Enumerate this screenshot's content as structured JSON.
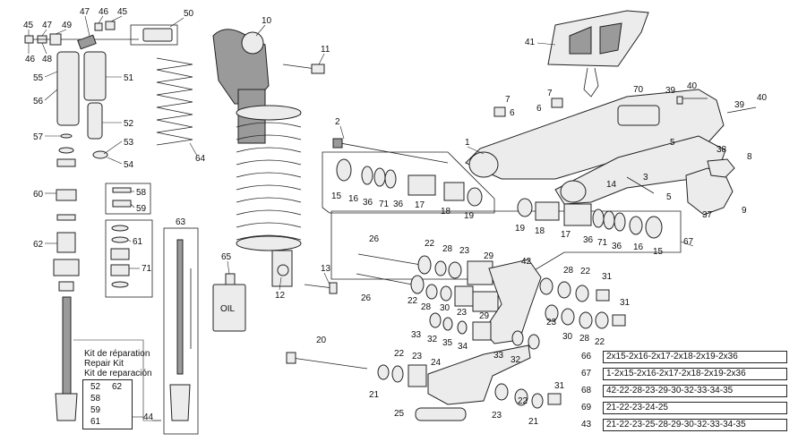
{
  "labels": {
    "l45a": "45",
    "l47": "47",
    "l49": "49",
    "l46a": "46",
    "l48": "48",
    "l47b": "47",
    "l46b": "46",
    "l45b": "45",
    "l50": "50",
    "l55": "55",
    "l56": "56",
    "l51": "51",
    "l52": "52",
    "l53": "53",
    "l54": "54",
    "l57": "57",
    "l58": "58",
    "l59": "59",
    "l60": "60",
    "l61": "61",
    "l62": "62",
    "l71a": "71",
    "l63": "63",
    "l64": "64",
    "l65": "65",
    "l10": "10",
    "l11": "11",
    "l13": "13",
    "l12": "12",
    "l2": "2",
    "l41": "41",
    "l7a": "7",
    "l6a": "6",
    "l7b": "7",
    "l6b": "6",
    "l70": "70",
    "l39a": "39",
    "l40a": "40",
    "l39b": "39",
    "l40b": "40",
    "l1": "1",
    "l5a": "5",
    "l38": "38",
    "l8": "8",
    "l14": "14",
    "l3": "3",
    "l5b": "5",
    "l37": "37",
    "l9": "9",
    "l15a": "15",
    "l16a": "16",
    "l36a": "36",
    "l71b": "71",
    "l36b": "36",
    "l17a": "17",
    "l18a": "18",
    "l19a": "19",
    "l19b": "19",
    "l18b": "18",
    "l17b": "17",
    "l36c": "36",
    "l71c": "71",
    "l36d": "36",
    "l16b": "16",
    "l15b": "15",
    "l67": "67",
    "l26a": "26",
    "l22a": "22",
    "l28a": "28",
    "l23a": "23",
    "l29a": "29",
    "l42": "42",
    "l28b": "28",
    "l22b": "22",
    "l31a": "31",
    "l26b": "26",
    "l22c": "22",
    "l28c": "28",
    "l30a": "30",
    "l23b": "23",
    "l29b": "29",
    "l31b": "31",
    "l33a": "33",
    "l32a": "32",
    "l35": "35",
    "l34": "34",
    "l23c": "23",
    "l30b": "30",
    "l28d": "28",
    "l22d": "22",
    "l20": "20",
    "l22e": "22",
    "l23d": "23",
    "l24": "24",
    "l33b": "33",
    "l32b": "32",
    "l21a": "21",
    "l25": "25",
    "l23e": "23",
    "l22f": "22",
    "l21b": "21",
    "l31c": "31",
    "l44": "44"
  },
  "oil_label": "OIL",
  "kit": {
    "title_lines": [
      "Kit de réparation",
      "Repair Kit",
      "Kit de reparación"
    ],
    "items": [
      "52",
      "62",
      "58",
      "59",
      "61"
    ],
    "ref": "44"
  },
  "legend": [
    {
      "num": "66",
      "value": "2x15-2x16-2x17-2x18-2x19-2x36"
    },
    {
      "num": "67",
      "value": "1-2x15-2x16-2x17-2x18-2x19-2x36"
    },
    {
      "num": "68",
      "value": "42-22-28-23-29-30-32-33-34-35"
    },
    {
      "num": "69",
      "value": "21-22-23-24-25"
    },
    {
      "num": "43",
      "value": "21-22-23-25-28-29-30-32-33-34-35"
    }
  ]
}
